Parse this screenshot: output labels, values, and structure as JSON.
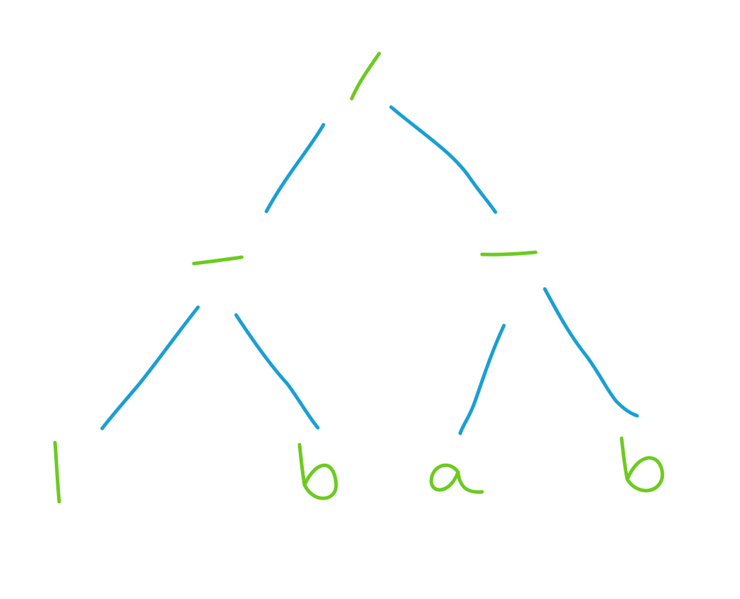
{
  "diagram": {
    "type": "expression-tree",
    "colors": {
      "symbol": "#6ccb1f",
      "edge": "#1a9fd4",
      "background": "#ffffff"
    },
    "nodes": [
      {
        "id": "root",
        "symbol": "/",
        "kind": "operator"
      },
      {
        "id": "left-minus",
        "symbol": "−",
        "kind": "operator"
      },
      {
        "id": "right-minus",
        "symbol": "−",
        "kind": "operator"
      },
      {
        "id": "leaf-1",
        "symbol": "1",
        "kind": "operand"
      },
      {
        "id": "leaf-b-left",
        "symbol": "b",
        "kind": "operand"
      },
      {
        "id": "leaf-a",
        "symbol": "a",
        "kind": "operand"
      },
      {
        "id": "leaf-b-right",
        "symbol": "b",
        "kind": "operand"
      }
    ],
    "edges": [
      {
        "from": "root",
        "to": "left-minus"
      },
      {
        "from": "root",
        "to": "right-minus"
      },
      {
        "from": "left-minus",
        "to": "leaf-1"
      },
      {
        "from": "left-minus",
        "to": "leaf-b-left"
      },
      {
        "from": "right-minus",
        "to": "leaf-a"
      },
      {
        "from": "right-minus",
        "to": "leaf-b-right"
      }
    ]
  }
}
